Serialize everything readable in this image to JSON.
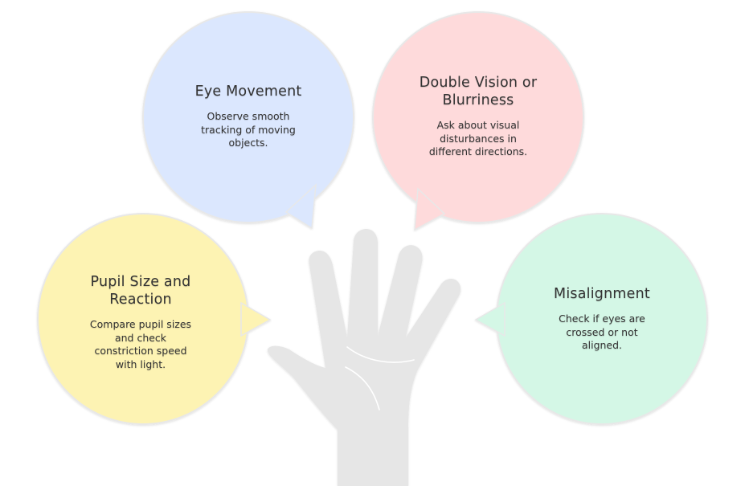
{
  "colors": {
    "eye_movement_fill": "#dbe7fe",
    "double_vision_fill": "#fedadb",
    "pupil_fill": "#fdf3b3",
    "misalignment_fill": "#d4f7e6",
    "bubble_stroke": "#e8e8e8",
    "hand_fill": "#e6e6e6",
    "palm_line": "#ffffff",
    "text": "#333333"
  },
  "bubbles": {
    "eye_movement": {
      "title": "Eye Movement",
      "desc_lines": [
        "Observe smooth",
        "tracking of moving",
        "objects."
      ]
    },
    "double_vision": {
      "title_lines": [
        "Double Vision or",
        "Blurriness"
      ],
      "desc_lines": [
        "Ask about visual",
        "disturbances in",
        "different directions."
      ]
    },
    "pupil": {
      "title_lines": [
        "Pupil Size and",
        "Reaction"
      ],
      "desc_lines": [
        "Compare pupil sizes",
        "and check",
        "constriction speed",
        "with light."
      ]
    },
    "misalignment": {
      "title": "Misalignment",
      "desc_lines": [
        "Check if eyes are",
        "crossed or not",
        "aligned."
      ]
    }
  }
}
